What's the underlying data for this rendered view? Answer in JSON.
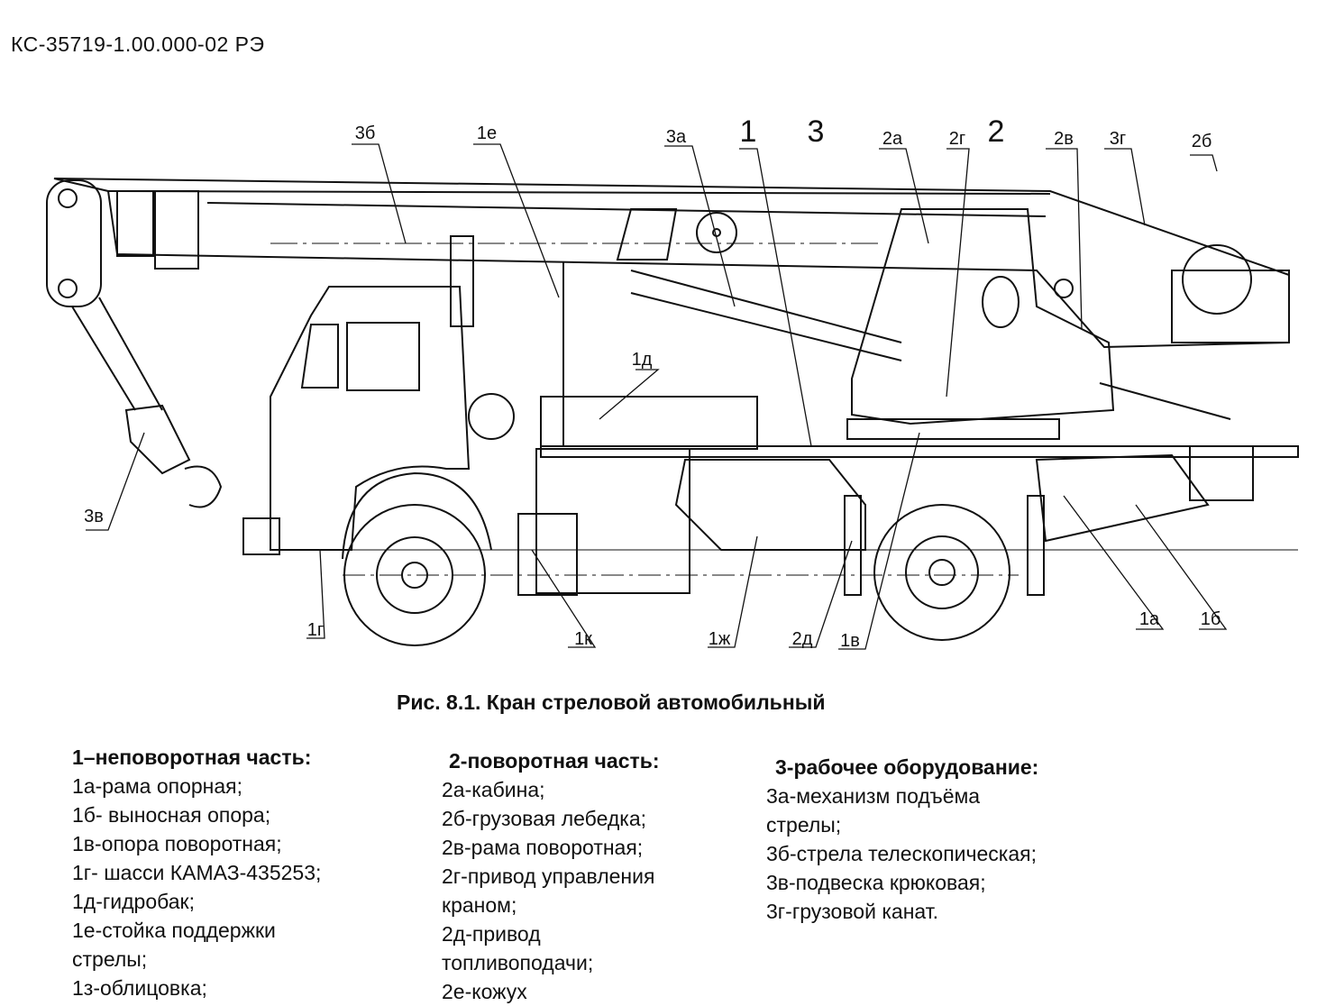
{
  "document_number": "КС-35719-1.00.000-02 РЭ",
  "caption": "Рис. 8.1. Кран стреловой автомобильный",
  "callouts": {
    "c3b": "3б",
    "c1e": "1е",
    "c3a": "3а",
    "c1": "1",
    "c3": "3",
    "c2a": "2а",
    "c2g": "2г",
    "c2": "2",
    "c2v": "2в",
    "c3g": "3г",
    "c2b": "2б",
    "c1d": "1д",
    "c3v": "3в",
    "c1g": "1г",
    "c1k": "1к",
    "c1zh": "1ж",
    "c2d": "2д",
    "c1v": "1в",
    "c1a": "1а",
    "c1b": "1б"
  },
  "legend": {
    "col1": {
      "heading": "1–неповоротная часть:",
      "items": [
        "1а-рама опорная;",
        "1б- выносная опора;",
        "1в-опора поворотная;",
        "1г- шасси КАМАЗ-435253;",
        "1д-гидробак;",
        "1е-стойка поддержки",
        "стрелы;",
        "1з-облицовка;"
      ]
    },
    "col2": {
      "heading": "2-поворотная часть:",
      "items": [
        "2а-кабина;",
        "2б-грузовая лебедка;",
        "2в-рама поворотная;",
        "2г-привод управления",
        "краном;",
        "2д-привод",
        "топливоподачи;",
        "2е-кожух"
      ]
    },
    "col3": {
      "heading": "3-рабочее оборудование:",
      "items": [
        "3а-механизм подъёма",
        "стрелы;",
        "3б-стрела телескопическая;",
        "3в-подвеска крюковая;",
        "3г-грузовой канат."
      ]
    }
  }
}
